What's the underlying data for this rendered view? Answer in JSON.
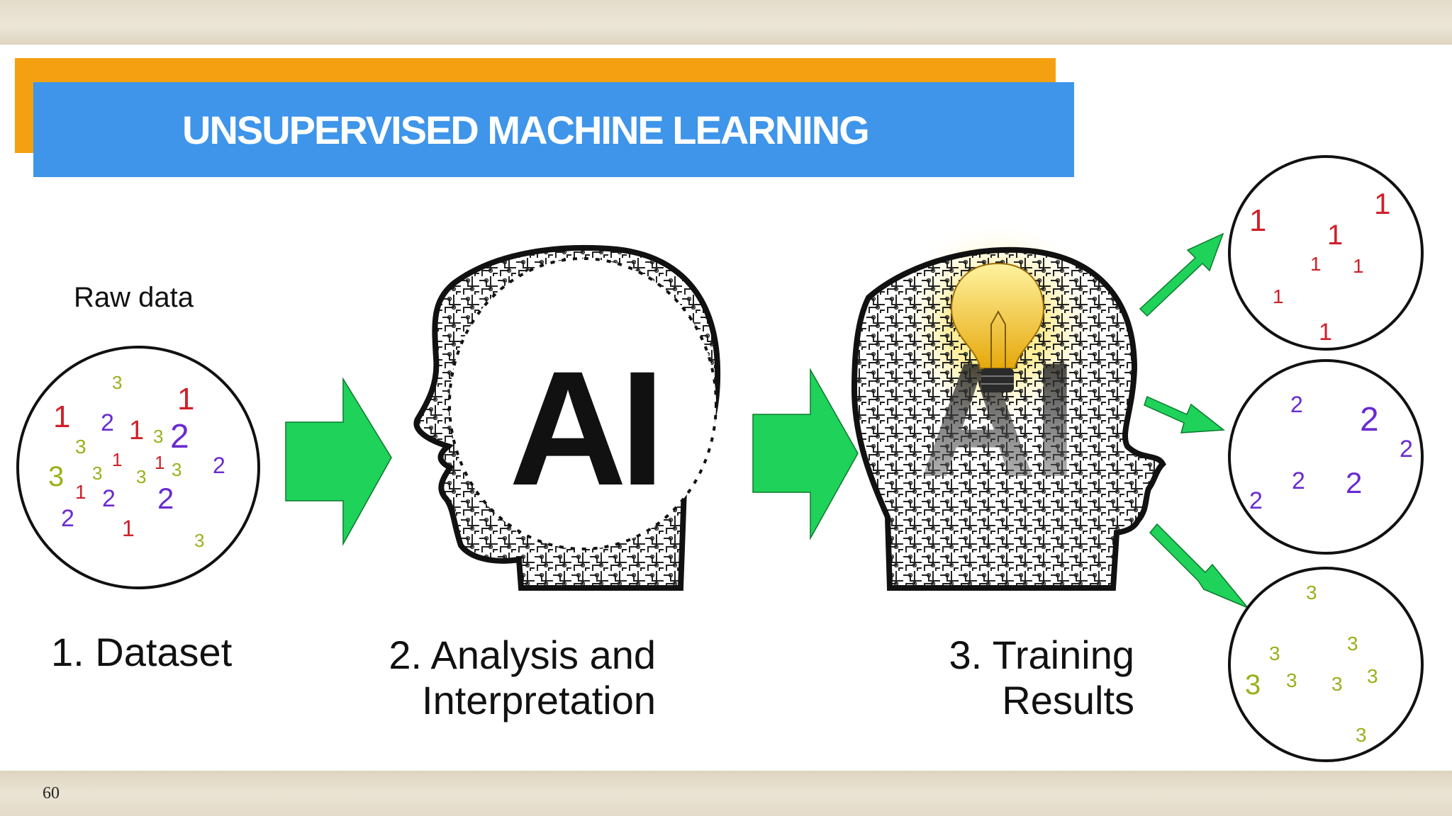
{
  "title": "UNSUPERVISED MACHINE LEARNING",
  "raw_label": "Raw data",
  "steps": {
    "dataset": "1. Dataset",
    "analysis_line1": "2. Analysis and",
    "analysis_line2": "Interpretation",
    "training_line1": "3. Training",
    "training_line2": "Results"
  },
  "ai_text": "AI",
  "page_number": "60",
  "colors": {
    "title_blue": "#3e95ea",
    "title_orange": "#f5a010",
    "arrow_green": "#1fd25a",
    "cluster1": "#d0202a",
    "cluster2": "#6a2bd0",
    "cluster3": "#9ab01c"
  },
  "raw_points": [
    "3",
    "1",
    "2",
    "1",
    "3",
    "2",
    "1",
    "3",
    "3",
    "1",
    "3",
    "1",
    "3",
    "2",
    "3",
    "1",
    "2",
    "2",
    "2",
    "1",
    "3"
  ],
  "cluster1_points": [
    "1",
    "1",
    "1",
    "1",
    "1",
    "1",
    "1"
  ],
  "cluster2_points": [
    "2",
    "2",
    "2",
    "2",
    "2",
    "2"
  ],
  "cluster3_points": [
    "3",
    "3",
    "3",
    "3",
    "3",
    "3",
    "3",
    "3"
  ]
}
